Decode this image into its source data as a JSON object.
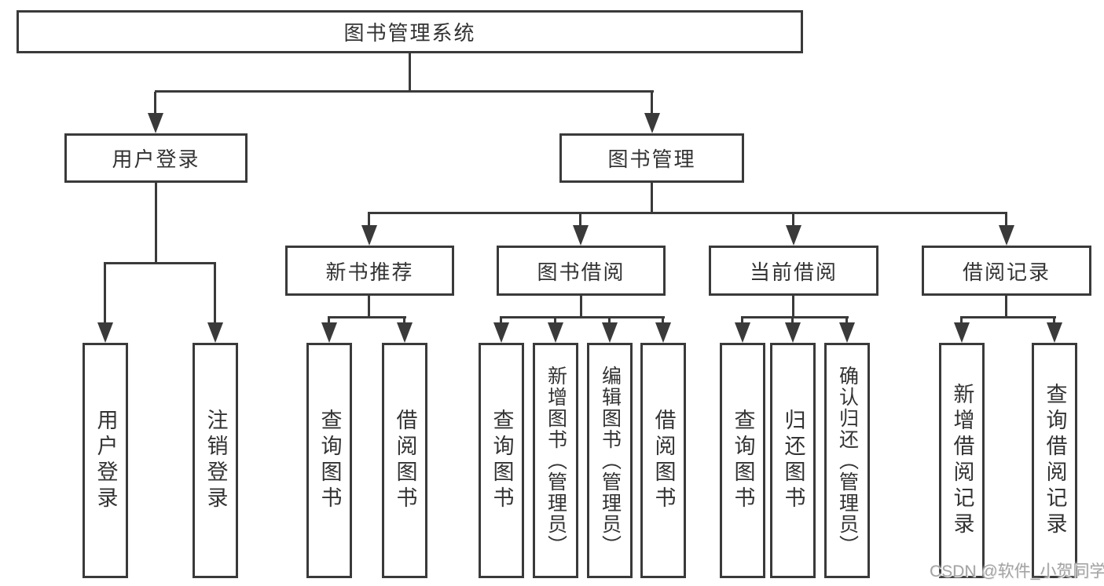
{
  "diagram": {
    "title": "图书管理系统",
    "root": {
      "label": "图书管理系统"
    },
    "level2": [
      "用户登录",
      "图书管理"
    ],
    "level3": [
      "新书推荐",
      "图书借阅",
      "当前借阅",
      "借阅记录"
    ],
    "leaves": {
      "user_login": [
        "用户登录",
        "注销登录"
      ],
      "new_books": [
        "查询图书",
        "借阅图书"
      ],
      "book_borrow": [
        "查询图书",
        "新增图书（管理员）",
        "编辑图书（管理员）",
        "借阅图书"
      ],
      "current_borrow": [
        "查询图书",
        "归还图书",
        "确认归还（管理员）"
      ],
      "borrow_records": [
        "新增借阅记录",
        "查询借阅记录"
      ]
    }
  },
  "watermark": {
    "text": "CSDN @软件_小贺同学"
  },
  "colors": {
    "line": "#3a3a3a",
    "text": "#333333",
    "watermark": "#a3a3a3",
    "background": "#ffffff"
  }
}
